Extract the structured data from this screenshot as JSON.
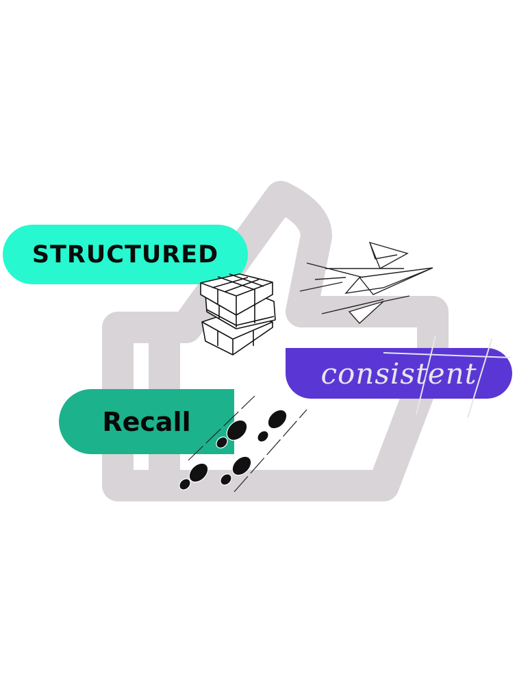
{
  "labels": {
    "structured": "STRUCTURED",
    "recall": "Recall",
    "consistent": "consistent"
  },
  "colors": {
    "structured_bg": "#27f8cf",
    "recall_bg": "#1cb28c",
    "consistent_bg": "#5a37d5",
    "thumb_outline": "#d8d4d8"
  },
  "icons": [
    "thumbs-up-icon",
    "stacked-cubes-icon",
    "paper-planes-icon",
    "footprints-icon"
  ]
}
